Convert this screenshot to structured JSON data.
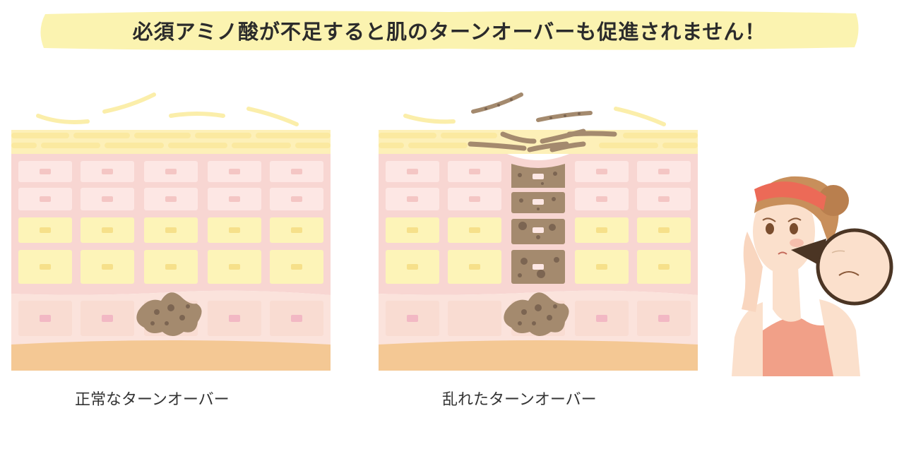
{
  "banner": {
    "title": "必須アミノ酸が不足すると肌のターンオーバーも促進されません！"
  },
  "panels": {
    "normal": {
      "caption": "正常なターンオーバー"
    },
    "disrupted": {
      "caption": "乱れたターンオーバー"
    }
  },
  "colors": {
    "banner_bg": "#fbf3b0",
    "flake": "#fbeeaa",
    "stratum": "#fdf0b8",
    "epidermis_bg": "#f8d6d2",
    "cell_light": "#fde7e4",
    "cell_yellow": "#fdf4b8",
    "basal_bg": "#fbe3dc",
    "cell_basal": "#f9dcd2",
    "nucleus": "#f4c6c4",
    "dermis": "#f4c894",
    "melanin": "#a48a6e",
    "melanin_dot": "#7c6552",
    "headband": "#ec6a57",
    "hair": "#c88f5b",
    "skin": "#fbe0cc",
    "top": "#f1a088"
  },
  "icons": {
    "woman": "worried-woman-illustration",
    "magnifier": "magnified-skin-icon"
  }
}
